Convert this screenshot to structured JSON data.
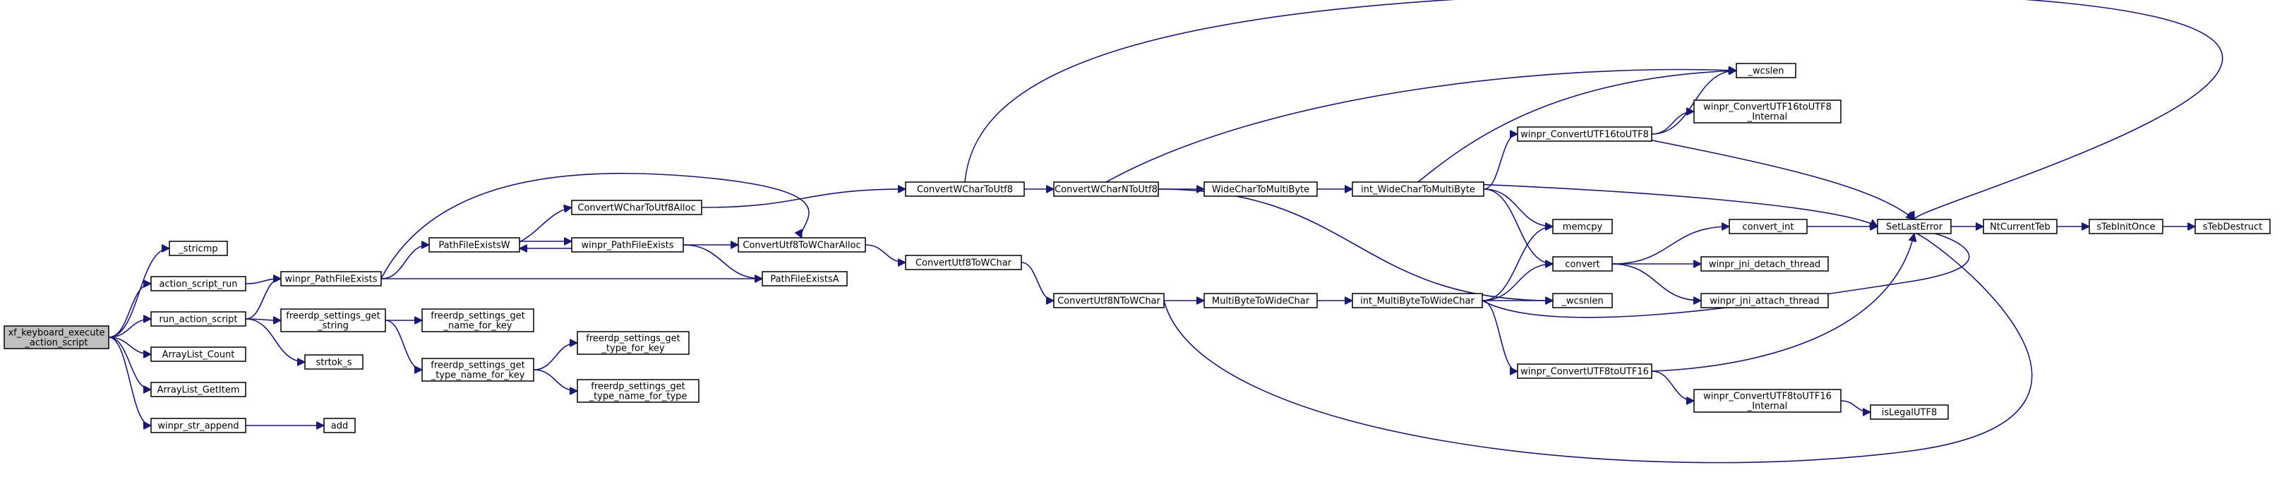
{
  "graph": {
    "root": "n0",
    "nodes": [
      {
        "id": "n0",
        "lines": [
          "xf_keyboard_execute",
          "_action_script"
        ]
      },
      {
        "id": "n1",
        "lines": [
          "_stricmp"
        ]
      },
      {
        "id": "n2",
        "lines": [
          "action_script_run"
        ]
      },
      {
        "id": "n3",
        "lines": [
          "run_action_script"
        ]
      },
      {
        "id": "n4",
        "lines": [
          "ArrayList_Count"
        ]
      },
      {
        "id": "n5",
        "lines": [
          "ArrayList_GetItem"
        ]
      },
      {
        "id": "n6",
        "lines": [
          "winpr_str_append"
        ]
      },
      {
        "id": "n7",
        "lines": [
          "winpr_PathFileExists"
        ]
      },
      {
        "id": "n8",
        "lines": [
          "freerdp_settings_get",
          "_string"
        ]
      },
      {
        "id": "n9",
        "lines": [
          "strtok_s"
        ]
      },
      {
        "id": "n10",
        "lines": [
          "add"
        ]
      },
      {
        "id": "n11",
        "lines": [
          "PathFileExistsW"
        ]
      },
      {
        "id": "n12",
        "lines": [
          "freerdp_settings_get",
          "_name_for_key"
        ]
      },
      {
        "id": "n13",
        "lines": [
          "freerdp_settings_get",
          "_type_name_for_key"
        ]
      },
      {
        "id": "n14",
        "lines": [
          "ConvertWCharToUtf8Alloc"
        ]
      },
      {
        "id": "n15",
        "lines": [
          "winpr_PathFileExists"
        ]
      },
      {
        "id": "n16",
        "lines": [
          "freerdp_settings_get",
          "_type_for_key"
        ]
      },
      {
        "id": "n17",
        "lines": [
          "freerdp_settings_get",
          "_type_name_for_type"
        ]
      },
      {
        "id": "n18",
        "lines": [
          "ConvertUtf8ToWCharAlloc"
        ]
      },
      {
        "id": "n19",
        "lines": [
          "PathFileExistsA"
        ]
      },
      {
        "id": "n20",
        "lines": [
          "ConvertWCharToUtf8"
        ]
      },
      {
        "id": "n21",
        "lines": [
          "ConvertUtf8ToWChar"
        ]
      },
      {
        "id": "n22",
        "lines": [
          "ConvertWCharNToUtf8"
        ]
      },
      {
        "id": "n23",
        "lines": [
          "ConvertUtf8NToWChar"
        ]
      },
      {
        "id": "n24",
        "lines": [
          "WideCharToMultiByte"
        ]
      },
      {
        "id": "n25",
        "lines": [
          "MultiByteToWideChar"
        ]
      },
      {
        "id": "n26",
        "lines": [
          "int_WideCharToMultiByte"
        ]
      },
      {
        "id": "n27",
        "lines": [
          "int_MultiByteToWideChar"
        ]
      },
      {
        "id": "n28",
        "lines": [
          "winpr_ConvertUTF16toUTF8"
        ]
      },
      {
        "id": "n29",
        "lines": [
          "memcpy"
        ]
      },
      {
        "id": "n30",
        "lines": [
          "convert"
        ]
      },
      {
        "id": "n31",
        "lines": [
          "_wcsnlen"
        ]
      },
      {
        "id": "n32",
        "lines": [
          "winpr_ConvertUTF8toUTF16"
        ]
      },
      {
        "id": "n33",
        "lines": [
          "_wcslen"
        ]
      },
      {
        "id": "n34",
        "lines": [
          "winpr_ConvertUTF16toUTF8",
          "_Internal"
        ]
      },
      {
        "id": "n35",
        "lines": [
          "convert_int"
        ]
      },
      {
        "id": "n36",
        "lines": [
          "winpr_jni_detach_thread"
        ]
      },
      {
        "id": "n37",
        "lines": [
          "winpr_jni_attach_thread"
        ]
      },
      {
        "id": "n38",
        "lines": [
          "winpr_ConvertUTF8toUTF16",
          "_Internal"
        ]
      },
      {
        "id": "n39",
        "lines": [
          "SetLastError"
        ]
      },
      {
        "id": "n40",
        "lines": [
          "isLegalUTF8"
        ]
      },
      {
        "id": "n41",
        "lines": [
          "NtCurrentTeb"
        ]
      },
      {
        "id": "n42",
        "lines": [
          "sTebInitOnce"
        ]
      },
      {
        "id": "n43",
        "lines": [
          "sTebDestruct"
        ]
      }
    ],
    "edges": [
      [
        "n0",
        "n1"
      ],
      [
        "n0",
        "n2"
      ],
      [
        "n0",
        "n3"
      ],
      [
        "n0",
        "n4"
      ],
      [
        "n0",
        "n5"
      ],
      [
        "n0",
        "n6"
      ],
      [
        "n2",
        "n7"
      ],
      [
        "n3",
        "n7"
      ],
      [
        "n3",
        "n8"
      ],
      [
        "n3",
        "n9"
      ],
      [
        "n6",
        "n10"
      ],
      [
        "n7",
        "n11"
      ],
      [
        "n7",
        "n18"
      ],
      [
        "n7",
        "n19"
      ],
      [
        "n8",
        "n12"
      ],
      [
        "n8",
        "n13"
      ],
      [
        "n13",
        "n16"
      ],
      [
        "n13",
        "n17"
      ],
      [
        "n11",
        "n14"
      ],
      [
        "n11",
        "n15"
      ],
      [
        "n15",
        "n11"
      ],
      [
        "n15",
        "n18"
      ],
      [
        "n15",
        "n19"
      ],
      [
        "n14",
        "n20"
      ],
      [
        "n18",
        "n21"
      ],
      [
        "n20",
        "n22"
      ],
      [
        "n20",
        "n39"
      ],
      [
        "n21",
        "n23"
      ],
      [
        "n22",
        "n24"
      ],
      [
        "n22",
        "n33"
      ],
      [
        "n22",
        "n31"
      ],
      [
        "n23",
        "n25"
      ],
      [
        "n23",
        "n39"
      ],
      [
        "n24",
        "n26"
      ],
      [
        "n25",
        "n27"
      ],
      [
        "n26",
        "n28"
      ],
      [
        "n26",
        "n29"
      ],
      [
        "n26",
        "n30"
      ],
      [
        "n26",
        "n33"
      ],
      [
        "n26",
        "n39"
      ],
      [
        "n27",
        "n32"
      ],
      [
        "n27",
        "n29"
      ],
      [
        "n27",
        "n30"
      ],
      [
        "n27",
        "n31"
      ],
      [
        "n27",
        "n39"
      ],
      [
        "n28",
        "n34"
      ],
      [
        "n28",
        "n33"
      ],
      [
        "n28",
        "n39"
      ],
      [
        "n30",
        "n35"
      ],
      [
        "n30",
        "n36"
      ],
      [
        "n30",
        "n37"
      ],
      [
        "n35",
        "n39"
      ],
      [
        "n32",
        "n38"
      ],
      [
        "n32",
        "n39"
      ],
      [
        "n38",
        "n40"
      ],
      [
        "n39",
        "n41"
      ],
      [
        "n41",
        "n42"
      ],
      [
        "n42",
        "n43"
      ]
    ]
  }
}
